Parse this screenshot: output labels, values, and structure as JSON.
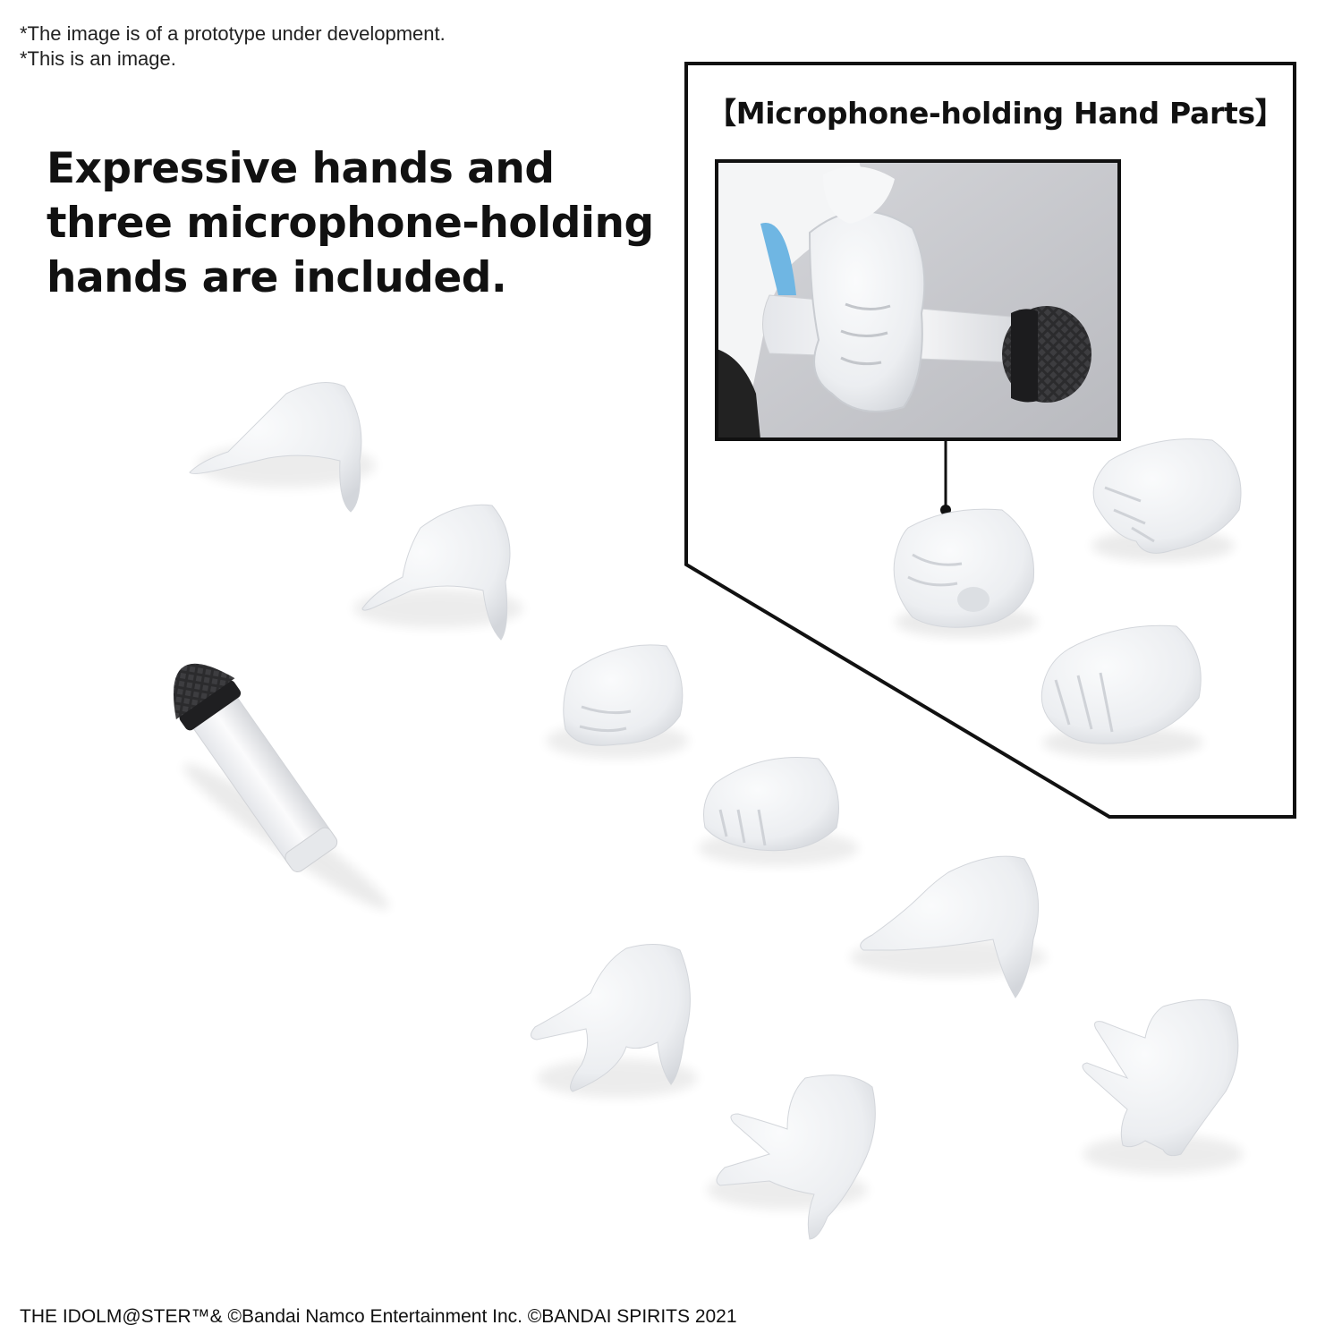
{
  "disclaimer": {
    "line1": "*The image is of a prototype under development.",
    "line2": "*This is an image."
  },
  "headline": {
    "line1": "Expressive hands and",
    "line2": "three microphone-holding",
    "line3": "hands are included."
  },
  "callout": {
    "title": "【Microphone-holding Hand Parts】"
  },
  "footer": {
    "copyright": "THE IDOLM@STER™& ©Bandai Namco Entertainment Inc.   ©BANDAI SPIRITS 2021"
  },
  "colors": {
    "background": "#ffffff",
    "part_white": "#f1f2f4",
    "part_shadow": "#d4d6da",
    "mic_head": "#2a2a2c",
    "photo_bg": "#c9cacf",
    "frame": "#111111"
  }
}
